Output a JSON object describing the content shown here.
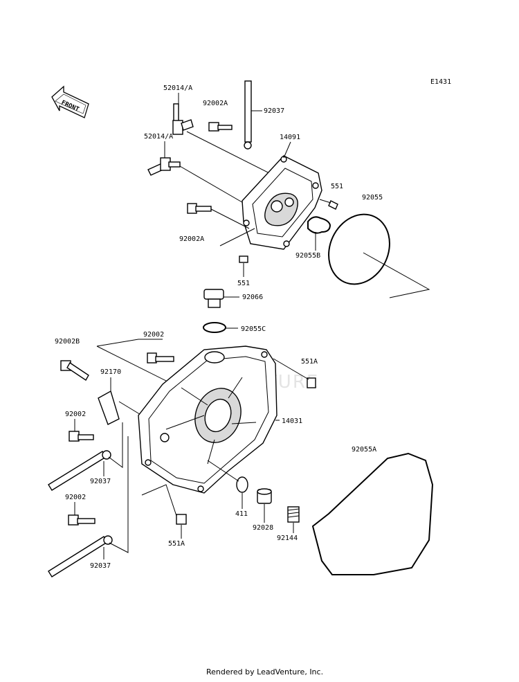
{
  "diagram_code": "E1431",
  "front_label": "FRONT",
  "watermark": "LEADVENTURE",
  "footer": "Rendered by LeadVenture, Inc.",
  "parts": {
    "p52014a_top": "52014/A",
    "p52014a_mid": "52014/A",
    "p92002a_top": "92002A",
    "p92037_top": "92037",
    "p14091": "14091",
    "p551_right": "551",
    "p92055": "92055",
    "p92002a_bottom": "92002A",
    "p92055b": "92055B",
    "p551_bottom": "551",
    "p92066": "92066",
    "p92055c": "92055C",
    "p92002b": "92002B",
    "p92002_mid": "92002",
    "p551a_right": "551A",
    "p92170": "92170",
    "p14031": "14031",
    "p92002_left": "92002",
    "p92037_mid": "92037",
    "p92055a": "92055A",
    "p92002_low": "92002",
    "p411": "411",
    "p92028": "92028",
    "p92144": "92144",
    "p551a_bottom": "551A",
    "p92037_bottom": "92037"
  }
}
